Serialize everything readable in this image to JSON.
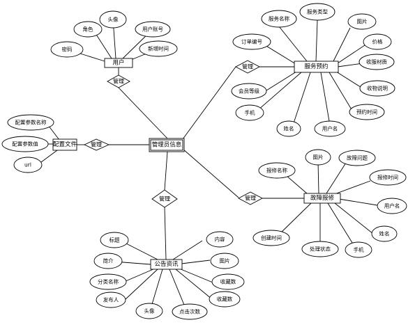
{
  "entities": {
    "user": {
      "label": "用户"
    },
    "admin": {
      "label": "管理员信息"
    },
    "config": {
      "label": "配置文件"
    },
    "service": {
      "label": "服务预约"
    },
    "repair": {
      "label": "故障报修"
    },
    "notice": {
      "label": "公告资讯"
    }
  },
  "relationships": {
    "user_admin": {
      "label": "管理"
    },
    "config_admin": {
      "label": "管理"
    },
    "service_admin": {
      "label": "管理"
    },
    "repair_admin": {
      "label": "管理"
    },
    "notice_admin": {
      "label": "管理"
    }
  },
  "attributes": {
    "user": [
      "角色",
      "头像",
      "用户账号",
      "密码",
      "新增时间"
    ],
    "config": [
      "配置参数名称",
      "配置参数值",
      "url"
    ],
    "service": [
      "服务名称",
      "服务类型",
      "订单编号",
      "图片",
      "价格",
      "收服材质",
      "会员等级",
      "收物说明",
      "手机",
      "预约时间",
      "姓名",
      "用户名"
    ],
    "repair": [
      "图片",
      "故障问题",
      "报修名称",
      "报修时间",
      "用户名",
      "创建时间",
      "姓名",
      "处理状态",
      "手机"
    ],
    "notice": [
      "标题",
      "内容",
      "简介",
      "图片",
      "分类名称",
      "收藏数",
      "发布人",
      "收藏数",
      "头像",
      "点击次数"
    ]
  }
}
